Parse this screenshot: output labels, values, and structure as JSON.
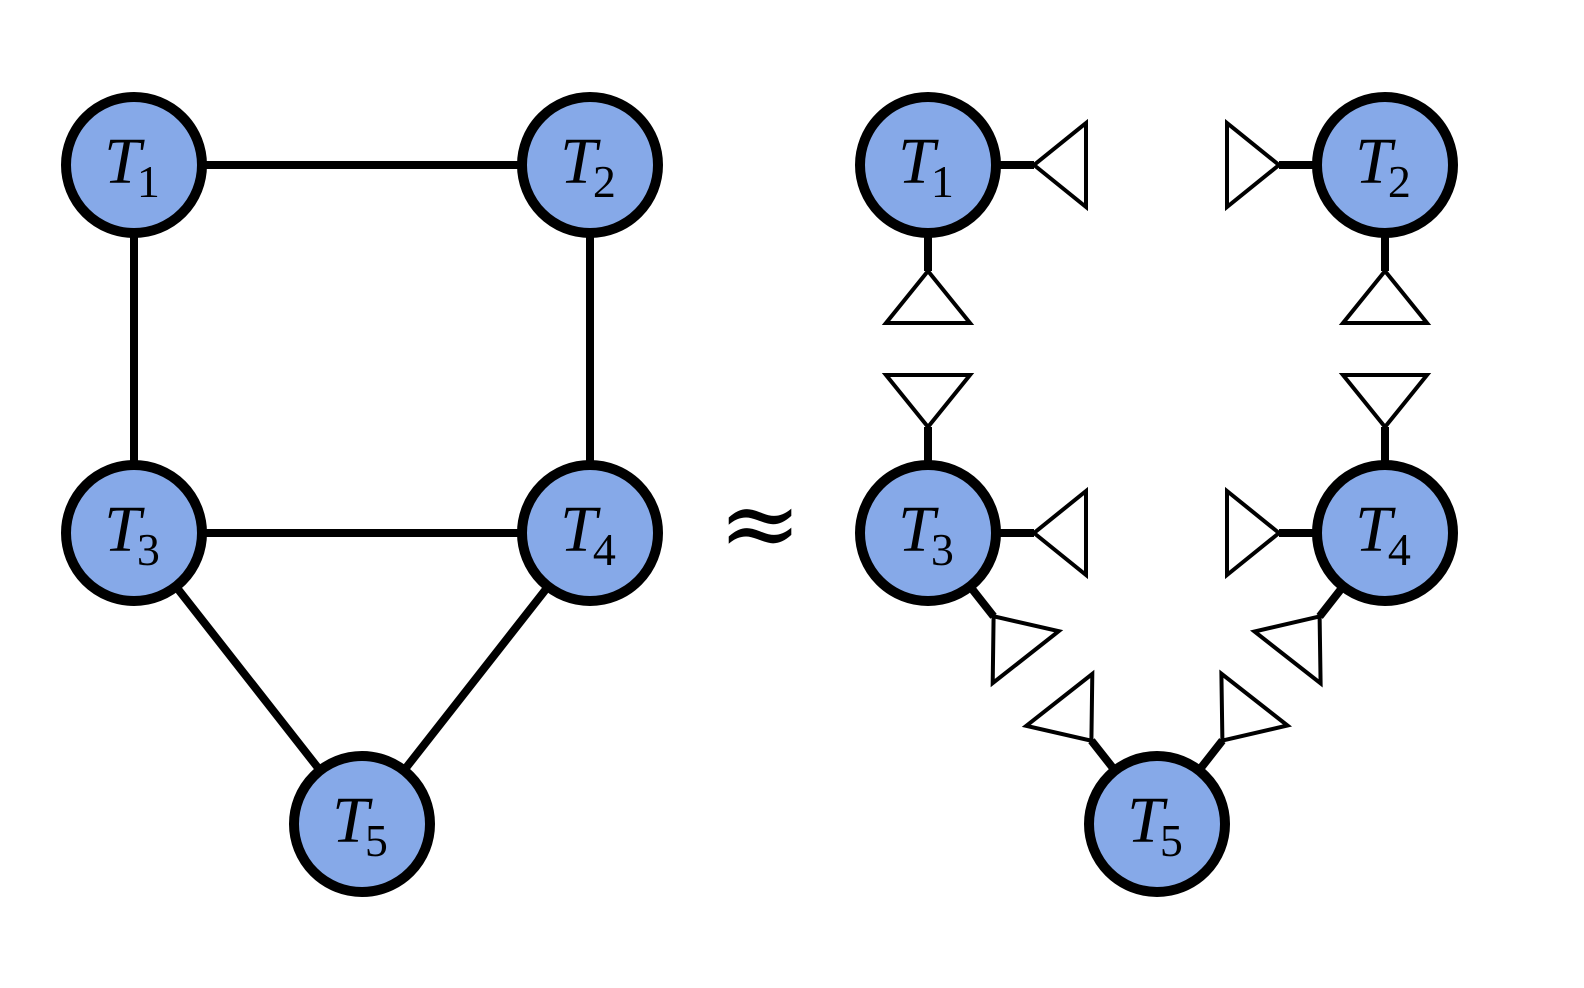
{
  "node_fill": "#86a9e8",
  "node_stroke": "#000000",
  "approx_symbol": "≈",
  "graph": {
    "nodes": [
      {
        "id": "T1",
        "letter": "T",
        "sub": "1"
      },
      {
        "id": "T2",
        "letter": "T",
        "sub": "2"
      },
      {
        "id": "T3",
        "letter": "T",
        "sub": "3"
      },
      {
        "id": "T4",
        "letter": "T",
        "sub": "4"
      },
      {
        "id": "T5",
        "letter": "T",
        "sub": "5"
      }
    ],
    "edges": [
      [
        "T1",
        "T2"
      ],
      [
        "T1",
        "T3"
      ],
      [
        "T2",
        "T4"
      ],
      [
        "T3",
        "T4"
      ],
      [
        "T3",
        "T5"
      ],
      [
        "T4",
        "T5"
      ]
    ]
  },
  "factorized": {
    "nodes": [
      {
        "id": "T1",
        "letter": "T",
        "sub": "1",
        "bonds": [
          "T2",
          "T3"
        ]
      },
      {
        "id": "T2",
        "letter": "T",
        "sub": "2",
        "bonds": [
          "T1",
          "T4"
        ]
      },
      {
        "id": "T3",
        "letter": "T",
        "sub": "3",
        "bonds": [
          "T1",
          "T4",
          "T5"
        ]
      },
      {
        "id": "T4",
        "letter": "T",
        "sub": "4",
        "bonds": [
          "T2",
          "T3",
          "T5"
        ]
      },
      {
        "id": "T5",
        "letter": "T",
        "sub": "5",
        "bonds": [
          "T3",
          "T4"
        ]
      }
    ]
  }
}
